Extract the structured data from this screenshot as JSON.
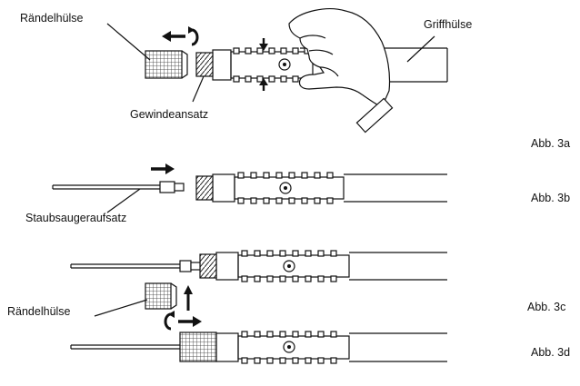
{
  "labels": {
    "knurled_sleeve_top": "Rändelhülse",
    "thread_attachment": "Gewindeansatz",
    "grip_sleeve": "Griffhülse",
    "vacuum_attachment": "Staubsaugeraufsatz",
    "knurled_sleeve_c": "Rändelhülse"
  },
  "figures": {
    "a": "Abb. 3a",
    "b": "Abb. 3b",
    "c": "Abb. 3c",
    "d": "Abb. 3d"
  },
  "icons": [
    "rotate-arrow-icon",
    "arrow-left-icon",
    "arrow-right-icon",
    "arrow-up-icon",
    "arrow-down-icon",
    "hand-icon"
  ]
}
